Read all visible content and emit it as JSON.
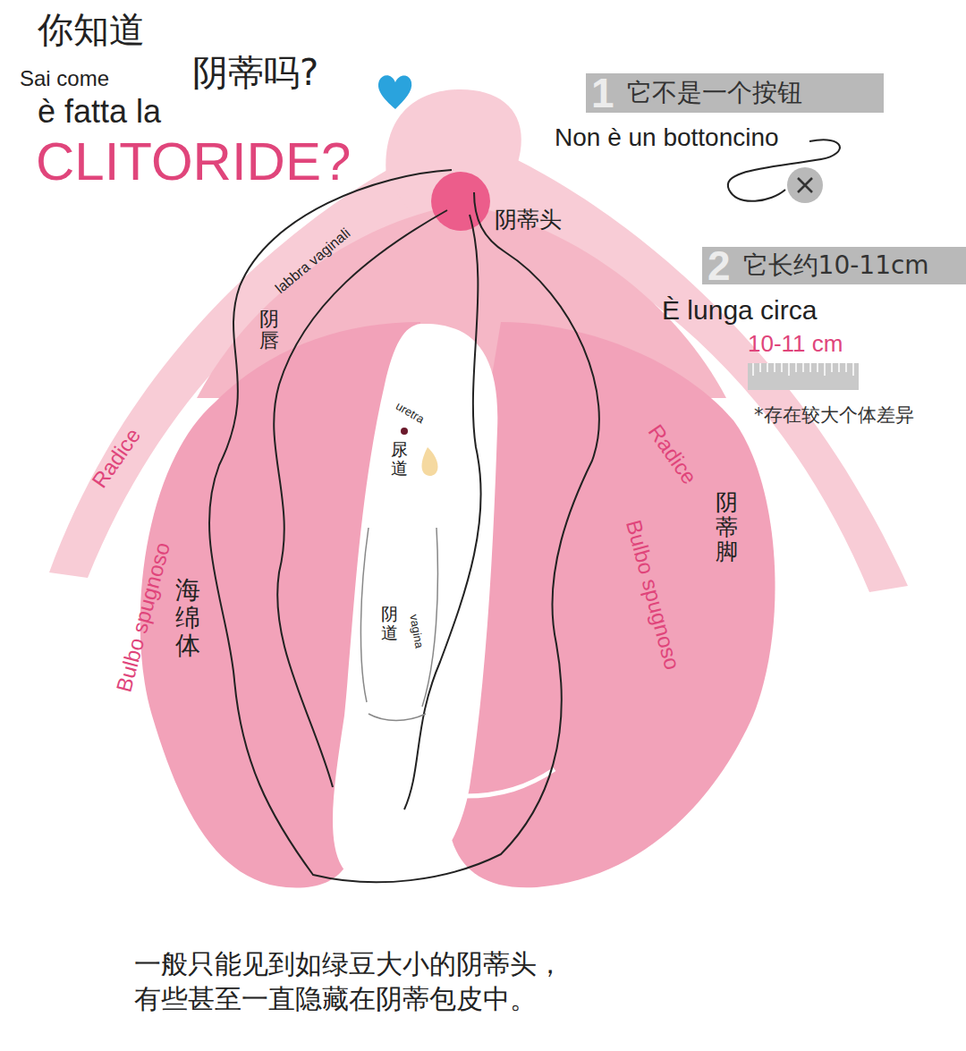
{
  "diagram": {
    "caption": "一般只能见到如绿豆大小的阴蒂头， 有些甚至一直隐藏在阴蒂包皮中。",
    "nodes": [
      {
        "text": [
          "1",
          "它不是一个按钮"
        ]
      },
      {
        "text": [
          "2",
          "它长约10-11cm"
        ]
      }
    ],
    "edges": [],
    "labels": [
      "你知道",
      "阴蒂吗?",
      "Sai come",
      "è fatta la",
      "CLITORIDE?",
      "Non è un bottoncino",
      "È lunga circa",
      "10-11 cm",
      "*存在较大个体差异",
      "阴蒂头",
      "labbra vaginali",
      "阴唇",
      "uretra",
      "尿道",
      "Radice",
      "Radice",
      "阴蒂脚",
      "Bulbo spugnoso",
      "海绵体",
      "Bulbo spugnoso",
      "阴道",
      "vagina"
    ]
  }
}
